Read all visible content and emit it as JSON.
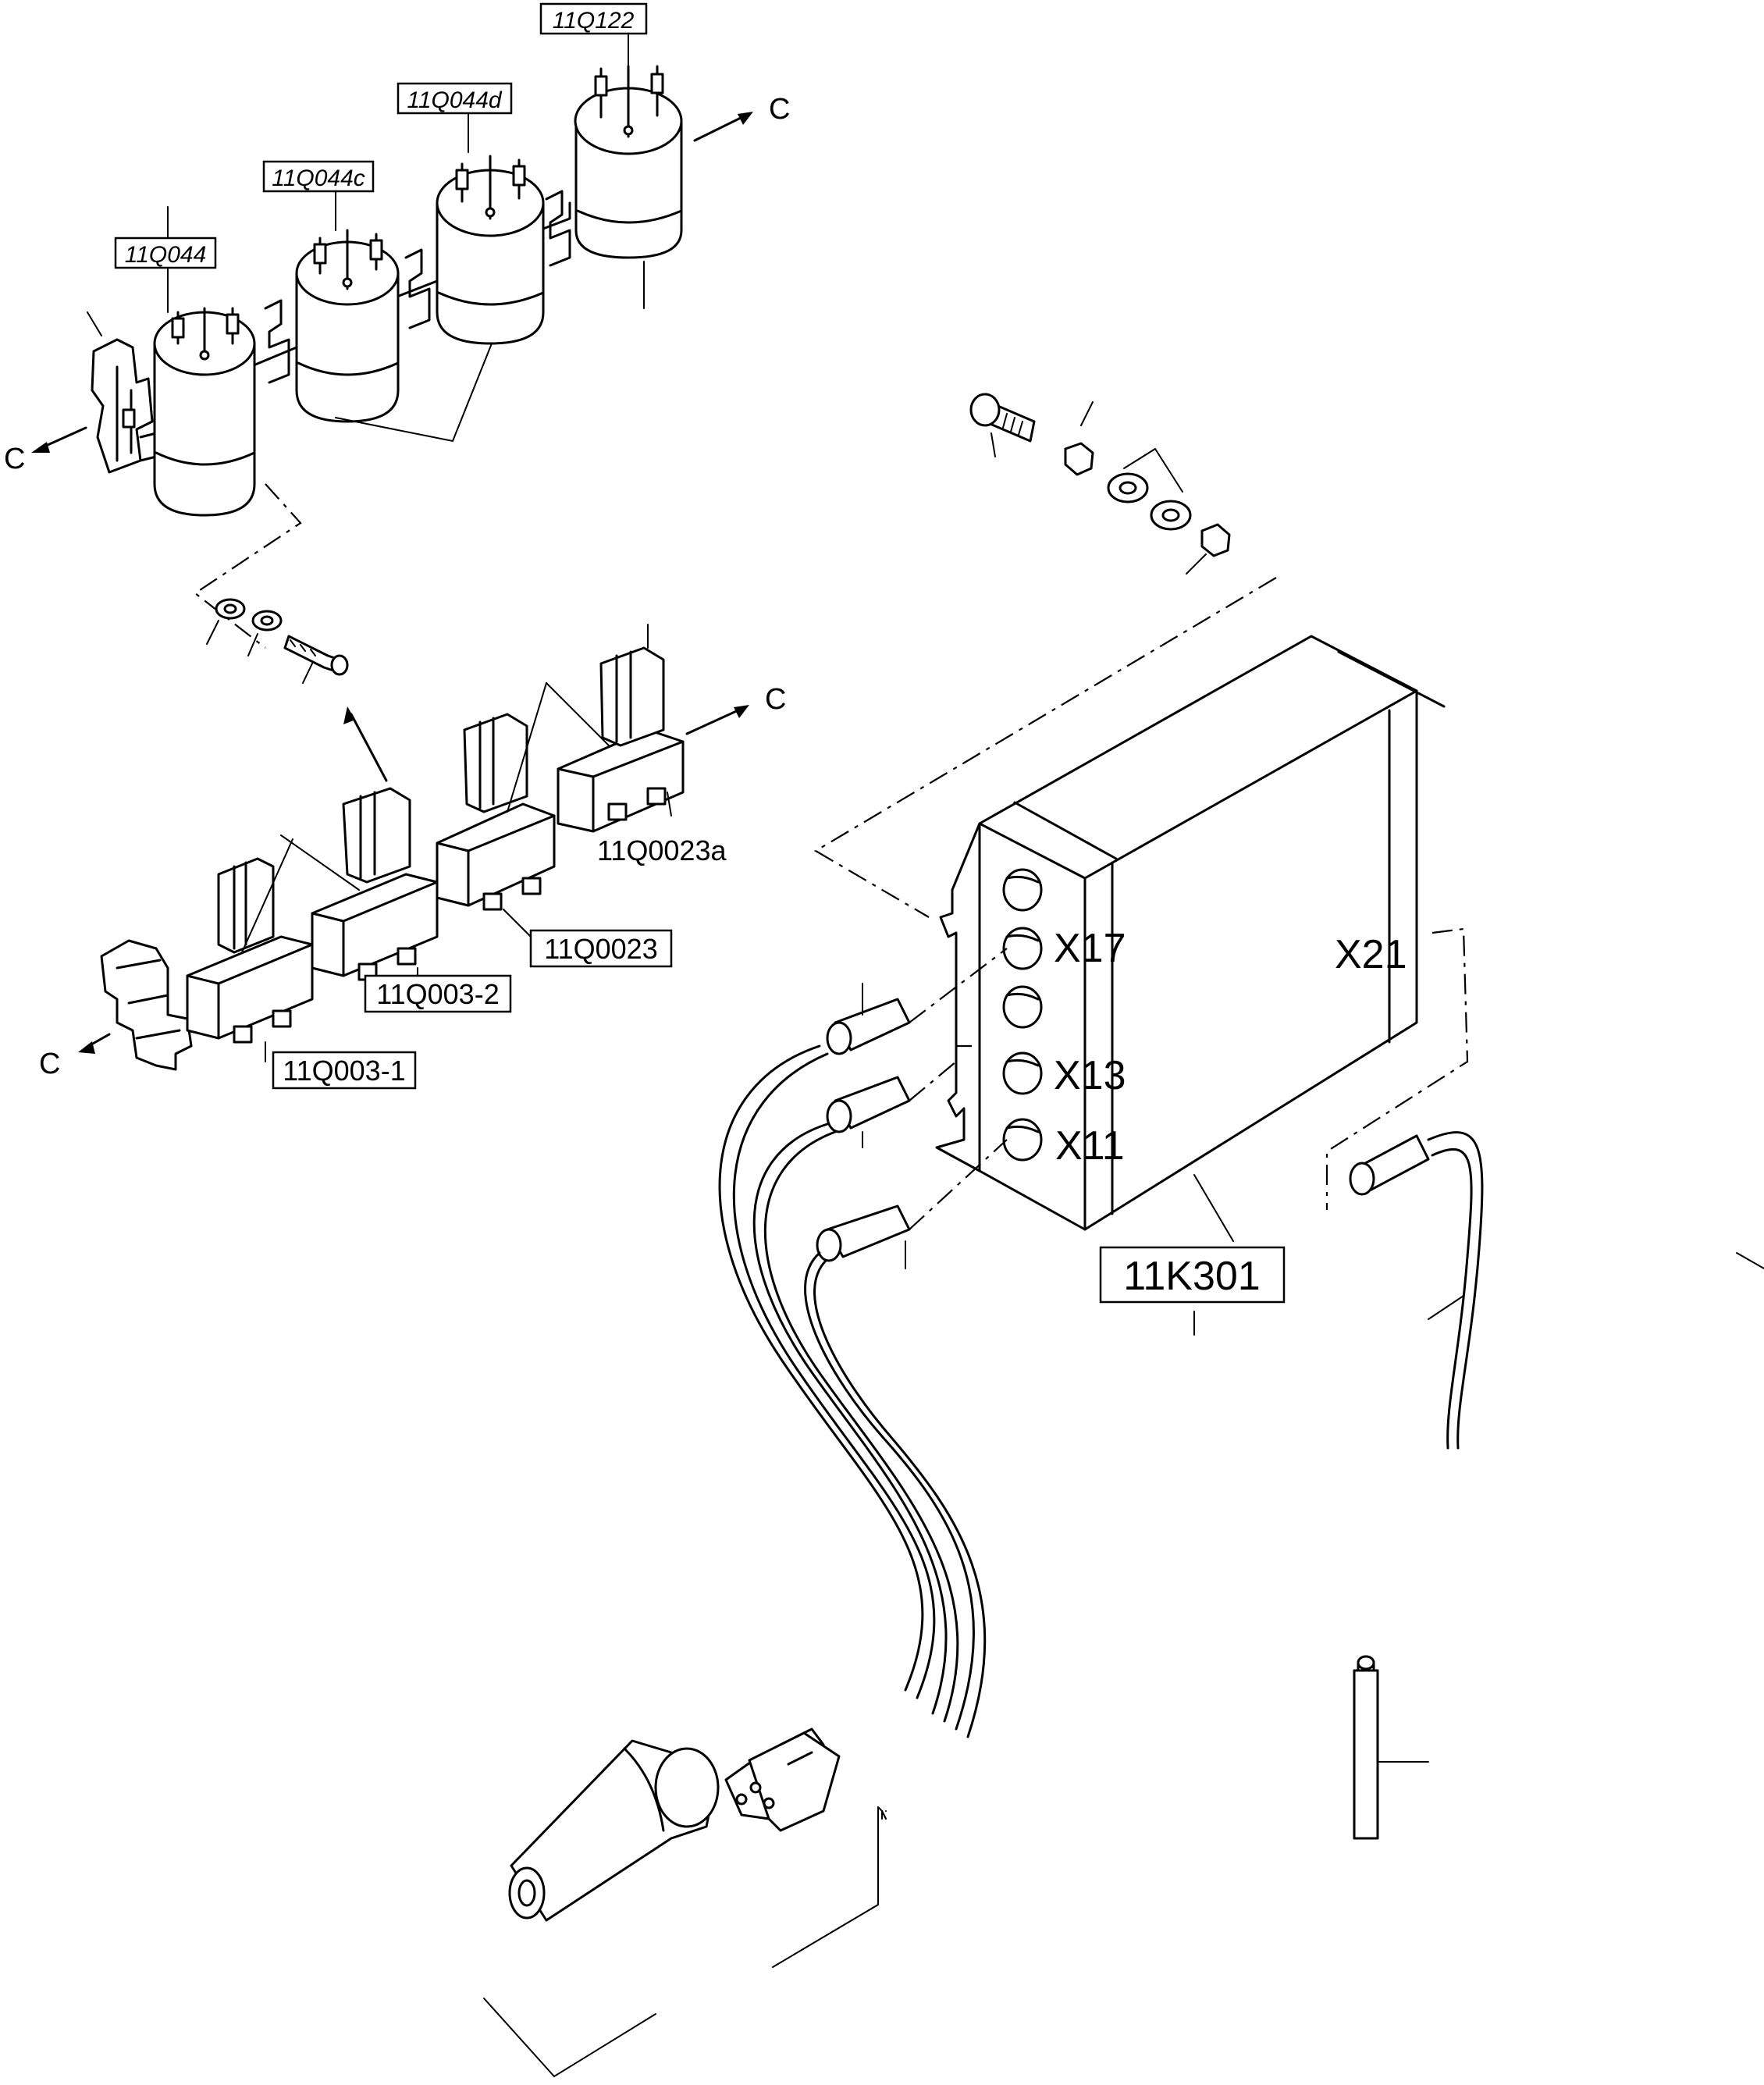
{
  "labels": {
    "solenoid_1": "11Q044",
    "solenoid_2": "11Q044c",
    "solenoid_3": "11Q044d",
    "solenoid_4": "11Q122",
    "relay_1": "11Q003-1",
    "relay_2": "11Q003-2",
    "relay_3": "11Q0023",
    "relay_4": "11Q0023a",
    "control_unit": "11K301",
    "port_x17": "X17",
    "port_x13": "X13",
    "port_x11": "X11",
    "port_x21": "X21",
    "ref_c": "C"
  }
}
